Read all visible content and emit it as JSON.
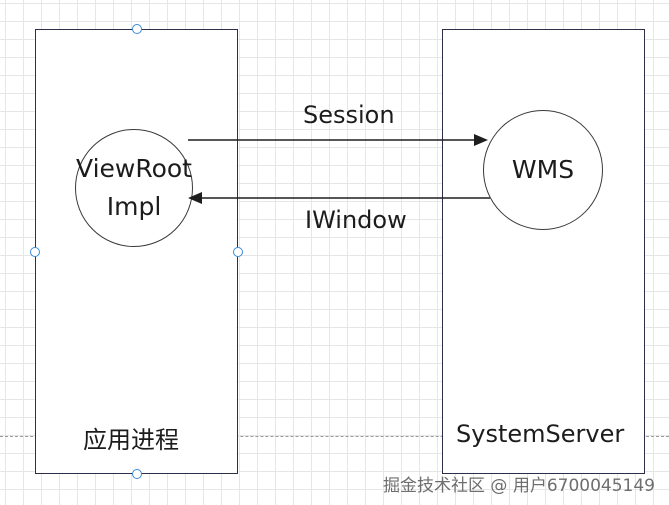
{
  "diagram": {
    "app_process_label": "应用进程",
    "system_server_label": "SystemServer",
    "viewrootimpl_line1": "ViewRoot",
    "viewrootimpl_line2": "Impl",
    "wms_label": "WMS",
    "session_label": "Session",
    "iwindow_label": "IWindow"
  },
  "watermark": {
    "text": "掘金技术社区 @ 用户6700045149"
  },
  "colors": {
    "box_border": "#2d2f4a",
    "arrow": "#1e1e1e",
    "handle": "#3d8bd8"
  }
}
